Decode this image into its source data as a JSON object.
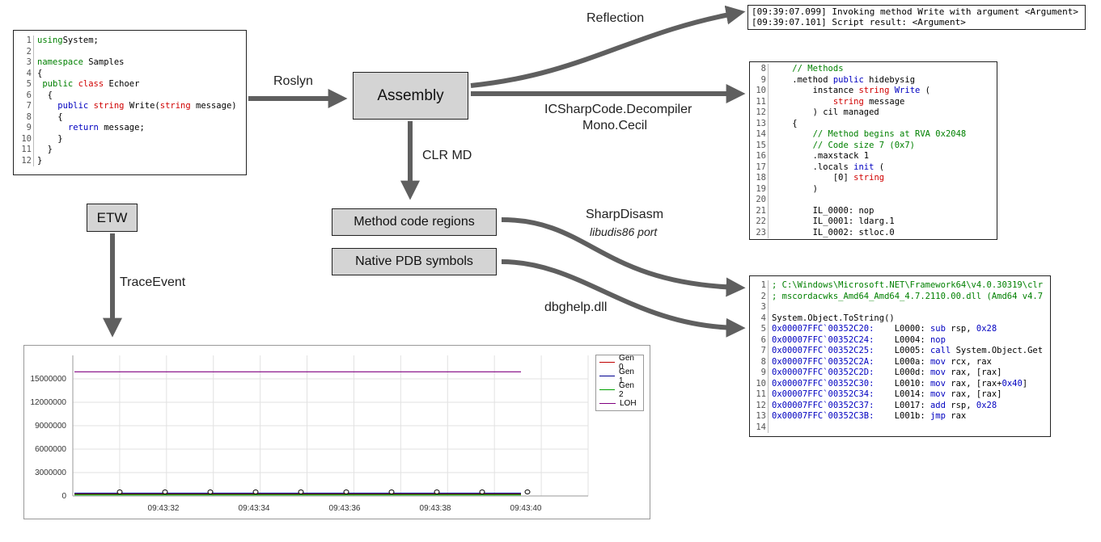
{
  "source_code": {
    "lines": [
      {
        "n": "1",
        "parts": [
          [
            "kg",
            "using"
          ],
          [
            "",
            "System;"
          ]
        ]
      },
      {
        "n": "2",
        "parts": []
      },
      {
        "n": "3",
        "parts": [
          [
            "kg",
            "namespace"
          ],
          [
            "",
            " Samples"
          ]
        ]
      },
      {
        "n": "4",
        "parts": [
          [
            "",
            "{"
          ]
        ]
      },
      {
        "n": "5",
        "parts": [
          [
            "",
            " "
          ],
          [
            "kg",
            "public"
          ],
          [
            "",
            " "
          ],
          [
            "kr",
            "class"
          ],
          [
            "",
            " Echoer"
          ]
        ]
      },
      {
        "n": "6",
        "parts": [
          [
            "",
            "  {"
          ]
        ]
      },
      {
        "n": "7",
        "parts": [
          [
            "",
            "    "
          ],
          [
            "kw",
            "public"
          ],
          [
            "",
            " "
          ],
          [
            "kr",
            "string"
          ],
          [
            "",
            " Write("
          ],
          [
            "kr",
            "string"
          ],
          [
            "",
            " message)"
          ]
        ]
      },
      {
        "n": "8",
        "parts": [
          [
            "",
            "    {"
          ]
        ]
      },
      {
        "n": "9",
        "parts": [
          [
            "",
            "      "
          ],
          [
            "kw",
            "return"
          ],
          [
            "",
            " message;"
          ]
        ]
      },
      {
        "n": "10",
        "parts": [
          [
            "",
            "    }"
          ]
        ]
      },
      {
        "n": "11",
        "parts": [
          [
            "",
            "  }"
          ]
        ]
      },
      {
        "n": "12",
        "parts": [
          [
            "",
            "}"
          ]
        ]
      }
    ]
  },
  "boxes": {
    "assembly": "Assembly",
    "method_code_regions": "Method code regions",
    "native_pdb_symbols": "Native PDB symbols",
    "etw": "ETW"
  },
  "labels": {
    "roslyn": "Roslyn",
    "reflection": "Reflection",
    "decompiler": "ICSharpCode.Decompiler",
    "cecil": "Mono.Cecil",
    "clrmd": "CLR MD",
    "sharpdisasm": "SharpDisasm",
    "libudis": "libudis86 port",
    "dbghelp": "dbghelp.dll",
    "traceevent": "TraceEvent"
  },
  "reflection_log": [
    "[09:39:07.099] Invoking method Write with argument <Argument>",
    "[09:39:07.101] Script result: <Argument>"
  ],
  "il_code": {
    "lines": [
      {
        "n": "8",
        "parts": [
          [
            "",
            "    "
          ],
          [
            "cm",
            "// Methods"
          ]
        ]
      },
      {
        "n": "9",
        "parts": [
          [
            "",
            "    .method "
          ],
          [
            "kw",
            "public"
          ],
          [
            "",
            " hidebysig"
          ]
        ]
      },
      {
        "n": "10",
        "parts": [
          [
            "",
            "        instance "
          ],
          [
            "kr",
            "string"
          ],
          [
            "",
            " "
          ],
          [
            "kw",
            "Write"
          ],
          [
            "",
            " ("
          ]
        ]
      },
      {
        "n": "11",
        "parts": [
          [
            "",
            "            "
          ],
          [
            "kr",
            "string"
          ],
          [
            "",
            " message"
          ]
        ]
      },
      {
        "n": "12",
        "parts": [
          [
            "",
            "        ) cil managed"
          ]
        ]
      },
      {
        "n": "13",
        "parts": [
          [
            "",
            "    {"
          ]
        ]
      },
      {
        "n": "14",
        "parts": [
          [
            "",
            "        "
          ],
          [
            "cm",
            "// Method begins at RVA 0x2048"
          ]
        ]
      },
      {
        "n": "15",
        "parts": [
          [
            "",
            "        "
          ],
          [
            "cm",
            "// Code size 7 (0x7)"
          ]
        ]
      },
      {
        "n": "16",
        "parts": [
          [
            "",
            "        .maxstack 1"
          ]
        ]
      },
      {
        "n": "17",
        "parts": [
          [
            "",
            "        .locals "
          ],
          [
            "kw",
            "init"
          ],
          [
            "",
            " ("
          ]
        ]
      },
      {
        "n": "18",
        "parts": [
          [
            "",
            "            [0] "
          ],
          [
            "kr",
            "string"
          ]
        ]
      },
      {
        "n": "19",
        "parts": [
          [
            "",
            "        )"
          ]
        ]
      },
      {
        "n": "20",
        "parts": []
      },
      {
        "n": "21",
        "parts": [
          [
            "",
            "        IL_0000: nop"
          ]
        ]
      },
      {
        "n": "22",
        "parts": [
          [
            "",
            "        IL_0001: ldarg.1"
          ]
        ]
      },
      {
        "n": "23",
        "parts": [
          [
            "",
            "        IL_0002: stloc.0"
          ]
        ]
      }
    ]
  },
  "asm_code": {
    "lines": [
      {
        "n": "1",
        "parts": [
          [
            "cm",
            "; C:\\Windows\\Microsoft.NET\\Framework64\\v4.0.30319\\clr"
          ]
        ]
      },
      {
        "n": "2",
        "parts": [
          [
            "cm",
            "; mscordacwks_Amd64_Amd64_4.7.2110.00.dll (Amd64 v4.7"
          ]
        ]
      },
      {
        "n": "3",
        "parts": []
      },
      {
        "n": "4",
        "parts": [
          [
            "",
            "System.Object.ToString()"
          ]
        ]
      },
      {
        "n": "5",
        "parts": [
          [
            "kw",
            "0x00007FFC`00352C20:"
          ],
          [
            "",
            "    L0000: "
          ],
          [
            "kw",
            "sub"
          ],
          [
            "",
            " rsp, "
          ],
          [
            "kw",
            "0x28"
          ]
        ]
      },
      {
        "n": "6",
        "parts": [
          [
            "kw",
            "0x00007FFC`00352C24:"
          ],
          [
            "",
            "    L0004: "
          ],
          [
            "kw",
            "nop"
          ]
        ]
      },
      {
        "n": "7",
        "parts": [
          [
            "kw",
            "0x00007FFC`00352C25:"
          ],
          [
            "",
            "    L0005: "
          ],
          [
            "kw",
            "call"
          ],
          [
            "",
            " System.Object.Get"
          ]
        ]
      },
      {
        "n": "8",
        "parts": [
          [
            "kw",
            "0x00007FFC`00352C2A:"
          ],
          [
            "",
            "    L000a: "
          ],
          [
            "kw",
            "mov"
          ],
          [
            "",
            " rcx, rax"
          ]
        ]
      },
      {
        "n": "9",
        "parts": [
          [
            "kw",
            "0x00007FFC`00352C2D:"
          ],
          [
            "",
            "    L000d: "
          ],
          [
            "kw",
            "mov"
          ],
          [
            "",
            " rax, [rax]"
          ]
        ]
      },
      {
        "n": "10",
        "parts": [
          [
            "kw",
            "0x00007FFC`00352C30:"
          ],
          [
            "",
            "    L0010: "
          ],
          [
            "kw",
            "mov"
          ],
          [
            "",
            " rax, [rax+"
          ],
          [
            "kw",
            "0x40"
          ],
          [
            "",
            "]"
          ]
        ]
      },
      {
        "n": "11",
        "parts": [
          [
            "kw",
            "0x00007FFC`00352C34:"
          ],
          [
            "",
            "    L0014: "
          ],
          [
            "kw",
            "mov"
          ],
          [
            "",
            " rax, [rax]"
          ]
        ]
      },
      {
        "n": "12",
        "parts": [
          [
            "kw",
            "0x00007FFC`00352C37:"
          ],
          [
            "",
            "    L0017: "
          ],
          [
            "kw",
            "add"
          ],
          [
            "",
            " rsp, "
          ],
          [
            "kw",
            "0x28"
          ]
        ]
      },
      {
        "n": "13",
        "parts": [
          [
            "kw",
            "0x00007FFC`00352C3B:"
          ],
          [
            "",
            "    L001b: "
          ],
          [
            "kw",
            "jmp"
          ],
          [
            "",
            " rax"
          ]
        ]
      },
      {
        "n": "14",
        "parts": []
      }
    ]
  },
  "colors": {
    "arrow": "#5f5f5f",
    "box_fill": "#d4d4d4",
    "keyword_blue": "#0000c0",
    "keyword_green": "#008000",
    "type_red": "#d00000"
  },
  "chart_data": {
    "type": "line",
    "ylim": [
      0,
      18000000
    ],
    "yticks": [
      "0",
      "3000000",
      "6000000",
      "9000000",
      "12000000",
      "15000000"
    ],
    "ytick_values": [
      0,
      3000000,
      6000000,
      9000000,
      12000000,
      15000000
    ],
    "xtick_labels": [
      "09:43:32",
      "09:43:34",
      "09:43:36",
      "09:43:38",
      "09:43:40"
    ],
    "grid": true,
    "legend_position": "top-right",
    "series": [
      {
        "name": "Gen 0",
        "color": "#c00000",
        "values": [
          250000,
          250000,
          250000,
          250000,
          250000,
          250000,
          250000,
          250000,
          250000,
          250000,
          250000,
          250000,
          250000,
          250000,
          250000,
          250000,
          250000,
          250000,
          250000,
          250000
        ]
      },
      {
        "name": "Gen 1",
        "color": "#000090",
        "values": [
          350000,
          350000,
          350000,
          350000,
          350000,
          350000,
          350000,
          350000,
          350000,
          350000,
          350000,
          350000,
          350000,
          350000,
          350000,
          350000,
          350000,
          350000,
          350000,
          350000
        ]
      },
      {
        "name": "Gen 2",
        "color": "#00a000",
        "values": [
          150000,
          150000,
          150000,
          150000,
          150000,
          150000,
          150000,
          150000,
          150000,
          150000,
          150000,
          150000,
          150000,
          150000,
          150000,
          150000,
          150000,
          150000,
          150000,
          150000
        ]
      },
      {
        "name": "LOH",
        "color": "#800080",
        "values": [
          15900000,
          15900000,
          15900000,
          15900000,
          15900000,
          15900000,
          15900000,
          15900000,
          15900000,
          15900000,
          15900000,
          15900000,
          15900000,
          15900000,
          15900000,
          15900000,
          15900000,
          15900000,
          15900000,
          15900000
        ]
      }
    ]
  }
}
